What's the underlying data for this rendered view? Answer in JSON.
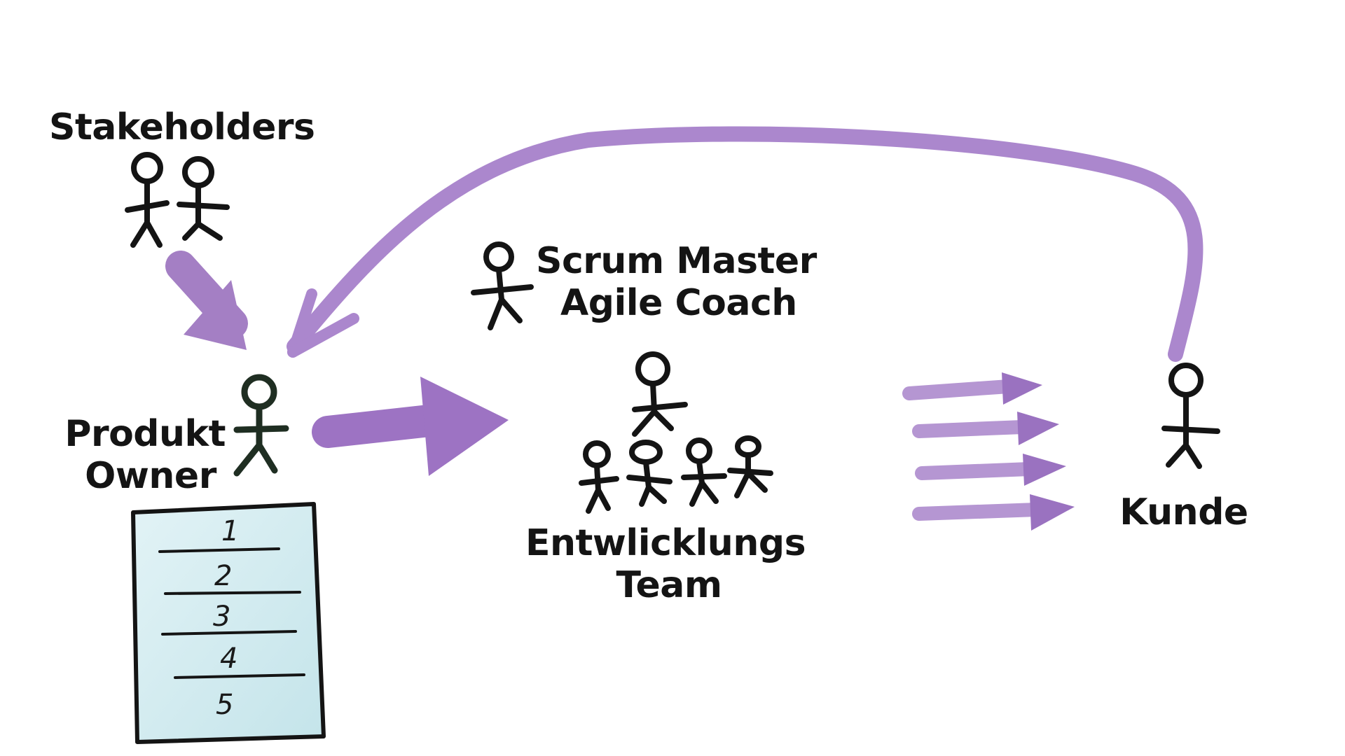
{
  "colors": {
    "arrow": "#a47fc4",
    "arrow_dark": "#8f62b8",
    "ink": "#141414",
    "owner_ink": "#1f2e22",
    "backlog_fill": "#cfe9ee"
  },
  "labels": {
    "stakeholders": "Stakeholders",
    "scrum_master": "Scrum Master",
    "agile_coach": "Agile Coach",
    "produkt": "Produkt",
    "owner": "Owner",
    "entwicklungs": "Entwlicklungs",
    "team": "Team",
    "kunde": "Kunde"
  },
  "backlog": {
    "items": [
      "1",
      "2",
      "3",
      "4",
      "5"
    ]
  },
  "icons": {
    "figure": "stick-figure-icon",
    "arrow": "hand-drawn-arrow"
  }
}
